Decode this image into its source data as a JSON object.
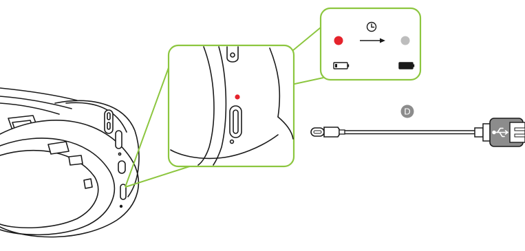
{
  "diagram": {
    "step_badge": "D",
    "colors": {
      "callout_border": "#8cc63f",
      "led_charging": "#e5232c",
      "led_charged": "#bdbdbd",
      "line_art": "#1a1a1a",
      "badge": "#8c8c8c"
    },
    "icons": {
      "timer": "clock-icon",
      "transition": "arrow-right-icon",
      "battery_low": "battery-low-icon",
      "battery_full": "battery-full-icon",
      "plug_logo": "usb-icon"
    },
    "cable": {
      "from": "USB-C",
      "to": "USB-A"
    },
    "led_states": [
      {
        "state": "charging",
        "color": "red"
      },
      {
        "state": "charged",
        "color": "grey"
      }
    ]
  }
}
